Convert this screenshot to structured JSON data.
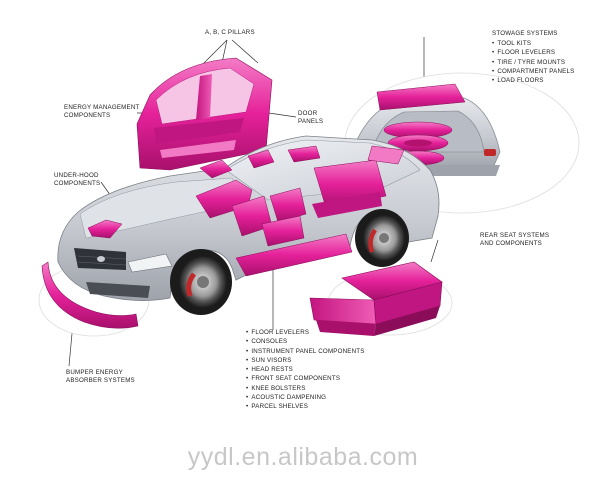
{
  "labels": {
    "pillars": "A, B, C PILLARS",
    "energy_management": [
      "ENERGY MANAGEMENT",
      "COMPONENTS"
    ],
    "door_panels": [
      "DOOR",
      "PANELS"
    ],
    "under_hood": [
      "UNDER-HOOD",
      "COMPONENTS"
    ],
    "stowage_title": "STOWAGE SYSTEMS",
    "stowage_items": [
      "TOOL KITS",
      "FLOOR LEVELERS",
      "TIRE / TYRE MOUNTS",
      "COMPARTMENT PANELS",
      "LOAD FLOORS"
    ],
    "rear_seat": [
      "REAR SEAT SYSTEMS",
      "AND COMPONENTS"
    ],
    "interior_items": [
      "FLOOR LEVELERS",
      "CONSOLES",
      "INSTRUMENT PANEL COMPONENTS",
      "SUN VISORS",
      "HEAD RESTS",
      "FRONT SEAT COMPONENTS",
      "KNEE BOLSTERS",
      "ACOUSTIC DAMPENING",
      "PARCEL SHELVES"
    ],
    "bumper": [
      "BUMPER ENERGY",
      "ABSORBER SYSTEMS"
    ]
  },
  "watermark": "yydl.en.alibaba.com",
  "colors": {
    "part": "#e5219a",
    "part_dark": "#a8106c",
    "part_light": "#f27ac4",
    "body": "#c9ccd3",
    "body_dark": "#8e929b",
    "line": "#333333"
  }
}
